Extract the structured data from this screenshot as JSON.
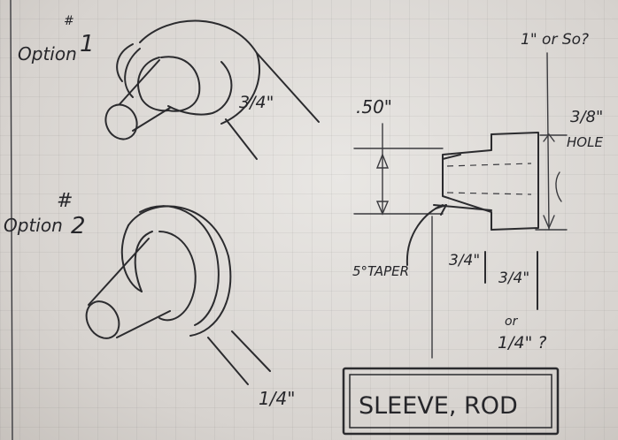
{
  "sketch": {
    "option1": {
      "label": "Option",
      "number": "1",
      "mark": "#",
      "dimension": "3/4\""
    },
    "option2": {
      "label": "Option",
      "number": "2",
      "mark": "#",
      "dimension": "1/4\""
    },
    "section": {
      "top_dimension": ".50\"",
      "overall_dimension": "1\" or So?",
      "hole_dimension": "3/8\"",
      "hole_label": "HOLE",
      "taper_note": "5°TAPER",
      "length_a": "3/4\"",
      "length_b": "3/4\"",
      "or_text": "or",
      "length_c": "1/4\" ?"
    },
    "title_box": {
      "label": "SLEEVE, ROD"
    }
  }
}
